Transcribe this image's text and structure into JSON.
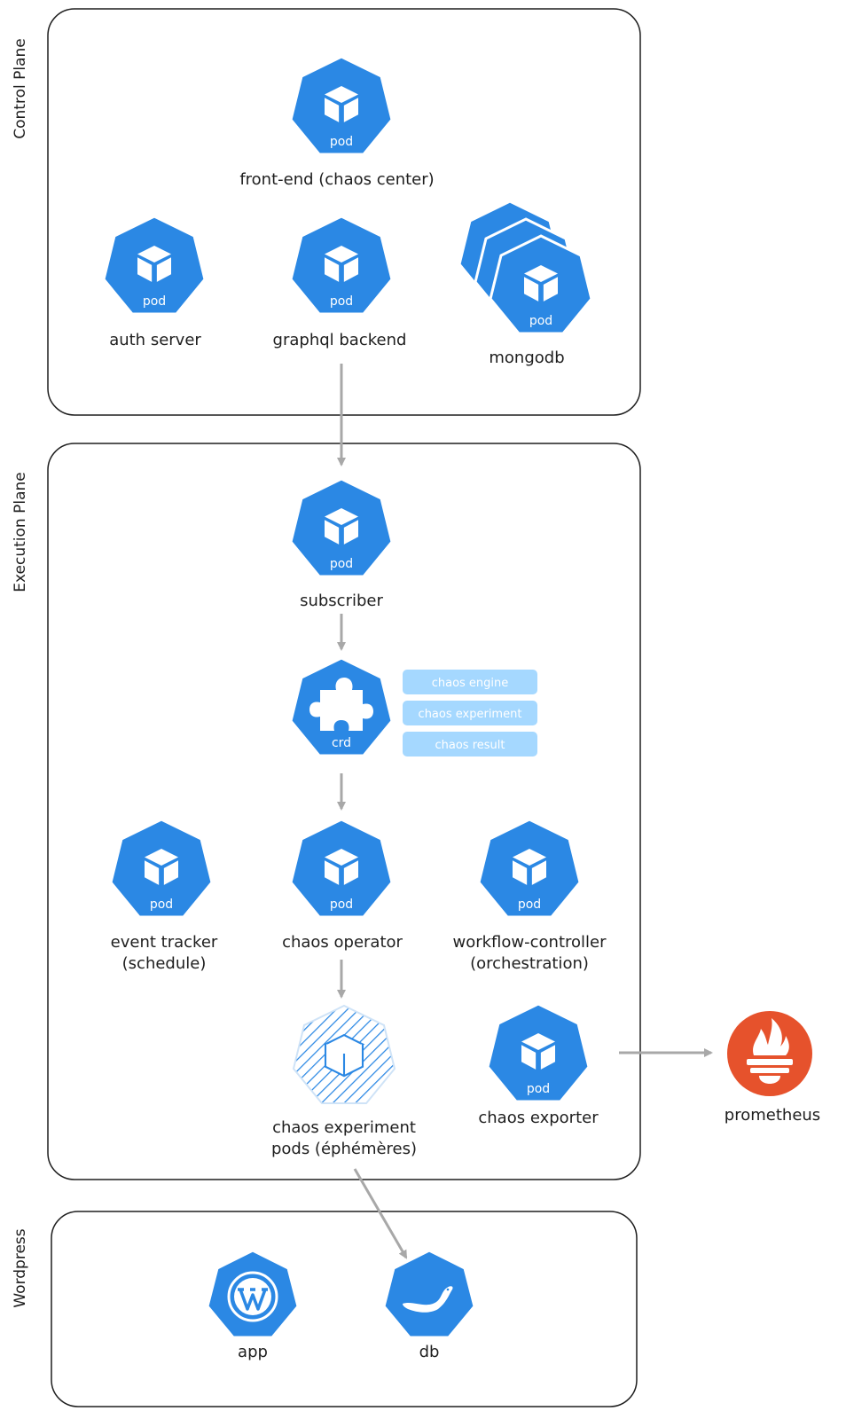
{
  "planes": {
    "control": "Control Plane",
    "execution": "Execution Plane",
    "wordpress": "Wordpress"
  },
  "icon_text": {
    "pod": "pod",
    "crd": "crd"
  },
  "nodes": {
    "frontend": "front-end (chaos center)",
    "auth": "auth server",
    "graphql": "graphql backend",
    "mongodb": "mongodb",
    "subscriber": "subscriber",
    "event_tracker_1": "event tracker",
    "event_tracker_2": "(schedule)",
    "chaos_operator": "chaos operator",
    "workflow_1": "workflow-controller",
    "workflow_2": "(orchestration)",
    "experiment_pods_1": "chaos experiment",
    "experiment_pods_2": "pods (éphémères)",
    "chaos_exporter": "chaos exporter",
    "prometheus": "prometheus",
    "app": "app",
    "db": "db"
  },
  "crd_tags": [
    "chaos engine",
    "chaos experiment",
    "chaos result"
  ],
  "colors": {
    "pod_blue": "#2b88e4",
    "crd_tag": "#a5d8ff",
    "arrow": "#a8a8a8",
    "prometheus": "#e6522c"
  },
  "icons": {
    "pod": "kubernetes-pod-icon",
    "crd": "kubernetes-crd-puzzle-icon",
    "wordpress": "wordpress-logo-icon",
    "mariadb": "mariadb-seal-icon",
    "prometheus": "prometheus-flame-icon"
  }
}
